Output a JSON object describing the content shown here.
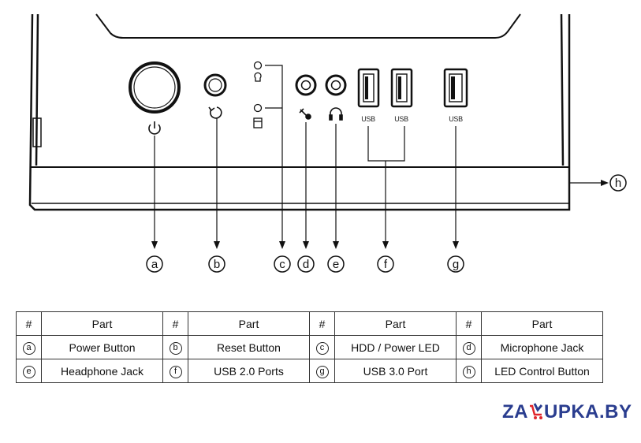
{
  "callouts": [
    "a",
    "b",
    "c",
    "d",
    "e",
    "f",
    "g",
    "h"
  ],
  "usb_labels": [
    "USB",
    "USB",
    "USB"
  ],
  "table": {
    "headers": [
      "#",
      "Part",
      "#",
      "Part",
      "#",
      "Part",
      "#",
      "Part"
    ],
    "rows": [
      [
        {
          "num": "a",
          "part": "Power Button"
        },
        {
          "num": "b",
          "part": "Reset Button"
        },
        {
          "num": "c",
          "part": "HDD / Power LED"
        },
        {
          "num": "d",
          "part": "Microphone Jack"
        }
      ],
      [
        {
          "num": "e",
          "part": "Headphone Jack"
        },
        {
          "num": "f",
          "part": "USB 2.0 Ports"
        },
        {
          "num": "g",
          "part": "USB 3.0 Port"
        },
        {
          "num": "h",
          "part": "LED Control Button"
        }
      ]
    ]
  },
  "watermark": {
    "text_before": "ZA",
    "text_after": "UPKA.BY",
    "color": "#2a3d8f",
    "accent": "#e0262c"
  }
}
